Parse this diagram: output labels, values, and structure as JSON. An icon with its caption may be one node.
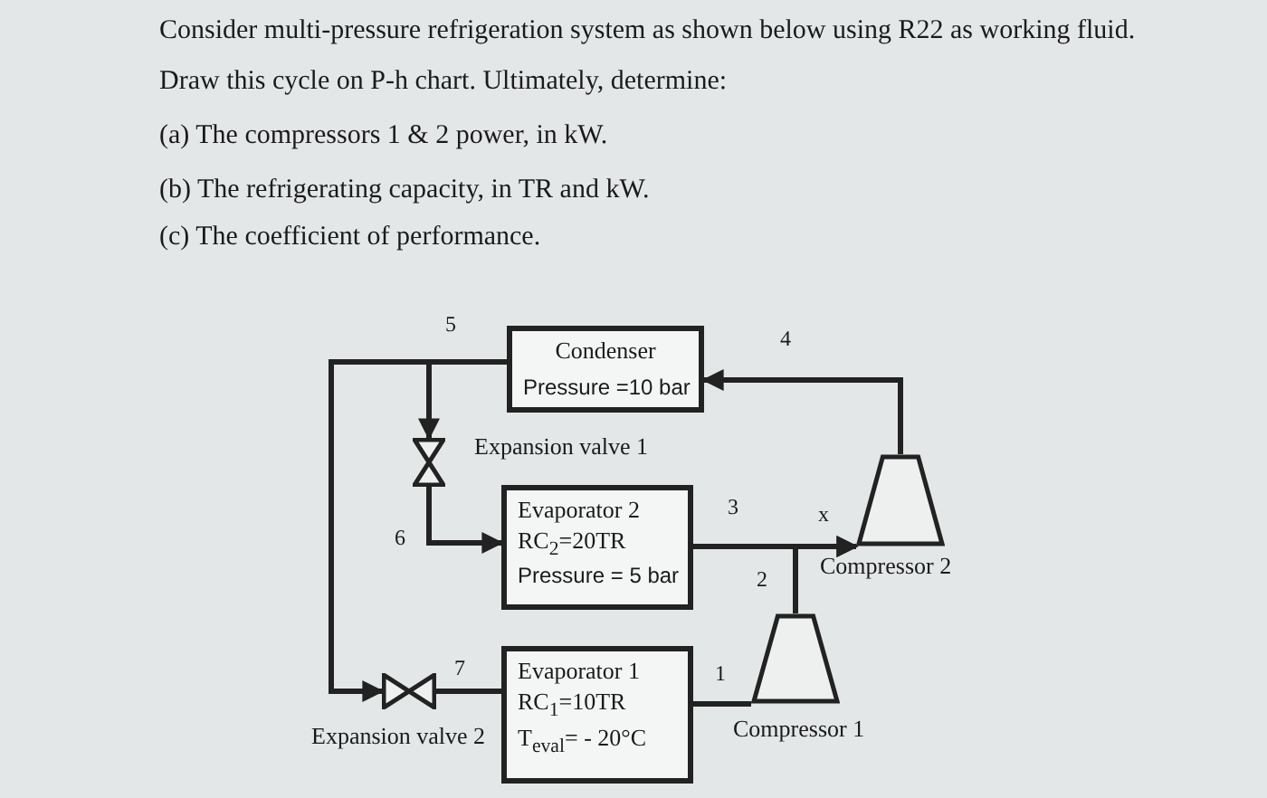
{
  "diagram": {
    "nodes": [
      {
        "text": [
          "Condenser",
          "Pressure =10 bar"
        ]
      },
      {
        "text": [
          "Evaporator 2",
          "RC$_{2}$=20TR",
          "Pressure = 5 bar"
        ]
      },
      {
        "text": [
          "Evaporator 1",
          "RC$_{1}$=10TR",
          "T$_{eval}$= - 20°C"
        ]
      },
      {
        "text": [],
        "shape": "valve",
        "beside": [
          "Expansion valve 1"
        ]
      },
      {
        "text": [],
        "shape": "valve",
        "beside": [
          "Expansion valve 2"
        ]
      },
      {
        "text": [],
        "shape": "compressor",
        "beside": [
          "Compressor 1"
        ]
      },
      {
        "text": [],
        "shape": "compressor",
        "beside": [
          "Compressor 2"
        ]
      }
    ],
    "edges": [
      {
        "from": 6,
        "to": 0,
        "arrow": "to"
      },
      {
        "from": 0,
        "to": 3,
        "arrow": "to"
      },
      {
        "from": 0,
        "to": 4,
        "arrow": "to"
      },
      {
        "from": 3,
        "to": 1,
        "arrow": "to"
      },
      {
        "from": 4,
        "to": 2,
        "arrow": "none"
      },
      {
        "from": 2,
        "to": 5,
        "arrow": "none"
      },
      {
        "from": 1,
        "to": 6,
        "arrow": "to"
      },
      {
        "from": 5,
        "to": 6,
        "arrow": "to"
      }
    ],
    "labels": [
      "Consider multi-pressure refrigeration system as shown below using R22 as working fluid. Draw this cycle on P-h chart. Ultimately, determine:",
      "(a) The compressors 1 & 2 power, in kW.",
      "(b) The refrigerating capacity, in TR and kW.",
      "(c) The coefficient of performance.",
      "5",
      "4",
      "3",
      "x",
      "6",
      "2",
      "7",
      "1"
    ]
  }
}
